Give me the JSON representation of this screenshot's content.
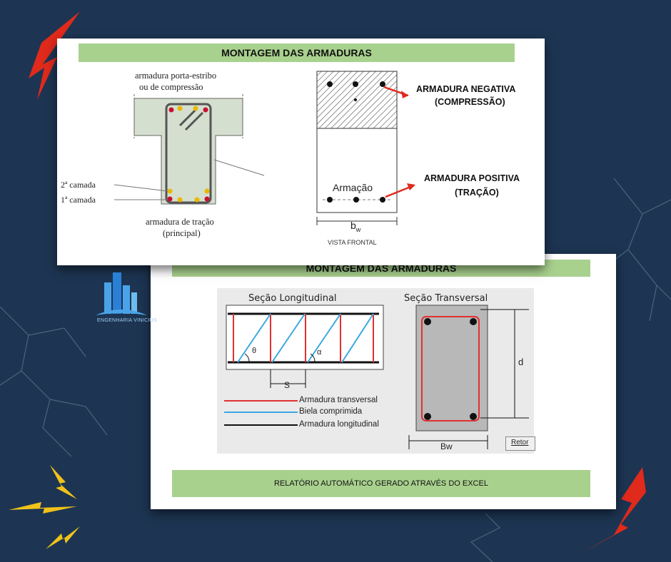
{
  "logo": {
    "text": "ENGENHARIA VINICIUS"
  },
  "top_card": {
    "title": "MONTAGEM DAS ARMADURAS",
    "left_diagram": {
      "label_top_line1": "armadura porta-estribo",
      "label_top_line2": "ou de compressão",
      "label_layer2": "2ª camada",
      "label_layer1": "1ª camada",
      "label_bottom_line1": "armadura de tração",
      "label_bottom_line2": "(principal)"
    },
    "right_diagram": {
      "label_negative_line1": "ARMADURA NEGATIVA",
      "label_negative_line2": "(COMPRESSÃO)",
      "label_positive_line1": "ARMADURA POSITIVA",
      "label_positive_line2": "(TRAÇÃO)",
      "label_armacao": "Armação",
      "label_bw": "b",
      "label_bw_sub": "w",
      "label_view": "VISTA FRONTAL"
    }
  },
  "bottom_card": {
    "title": "MONTAGEM DAS ARMADURAS",
    "section_long_title": "Seção Longitudinal",
    "section_trans_title": "Seção Transversal",
    "label_theta": "θ",
    "label_alpha": "α",
    "label_s": "S",
    "label_d": "d",
    "label_bw": "Bw",
    "button_label": "Retor",
    "legend": [
      {
        "label": "Armadura transversal",
        "color": "#e03030"
      },
      {
        "label": "Biela comprimida",
        "color": "#3aa8e0"
      },
      {
        "label": "Armadura longitudinal",
        "color": "#111111"
      }
    ],
    "footer": "RELATÓRIO AUTOMÁTICO GERADO ATRAVÉS DO EXCEL"
  },
  "colors": {
    "background": "#1d3552",
    "band": "#a9d18e",
    "red": "#e02a1c",
    "lightning": "#f2c21a"
  }
}
